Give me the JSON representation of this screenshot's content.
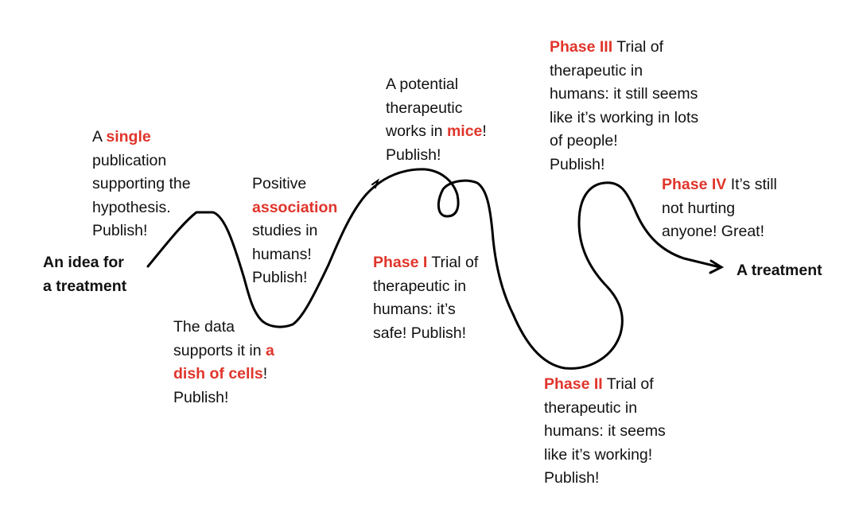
{
  "colors": {
    "accent": "#e0352b",
    "curve": "#000000"
  },
  "start": {
    "line1": "An idea for",
    "line2": "a treatment"
  },
  "end": {
    "label": "A treatment"
  },
  "steps": [
    {
      "l1a": "A ",
      "l1b": "single",
      "l2": "publication",
      "l3": "supporting the",
      "l4": "hypothesis.",
      "l5": "Publish!"
    },
    {
      "l1": "The data",
      "l2a": "supports it in ",
      "l2b": "a",
      "l3a": "dish of cells",
      "l3b": "!",
      "l4": "Publish!"
    },
    {
      "l1": "Positive",
      "l2": "association",
      "l3": "studies in",
      "l4": "humans!",
      "l5": "Publish!"
    },
    {
      "l1": "A potential",
      "l2": "therapeutic",
      "l3a": "works in ",
      "l3b": "mice",
      "l3c": "!",
      "l4": "Publish!"
    },
    {
      "l1a": "Phase I",
      "l1b": " Trial of",
      "l2": "therapeutic in",
      "l3": "humans: it’s",
      "l4": "safe! Publish!"
    },
    {
      "l1a": "Phase II",
      "l1b": " Trial of",
      "l2": "therapeutic in",
      "l3": "humans: it seems",
      "l4": "like it’s working!",
      "l5": "Publish!"
    },
    {
      "l1a": "Phase III",
      "l1b": " Trial of",
      "l2": "therapeutic in",
      "l3": "humans: it still seems",
      "l4": "like it’s working in lots",
      "l5": "of people!",
      "l6": "Publish!"
    },
    {
      "l1a": "Phase IV",
      "l1b": " It’s still",
      "l2": "not hurting",
      "l3": "anyone! Great!"
    }
  ]
}
